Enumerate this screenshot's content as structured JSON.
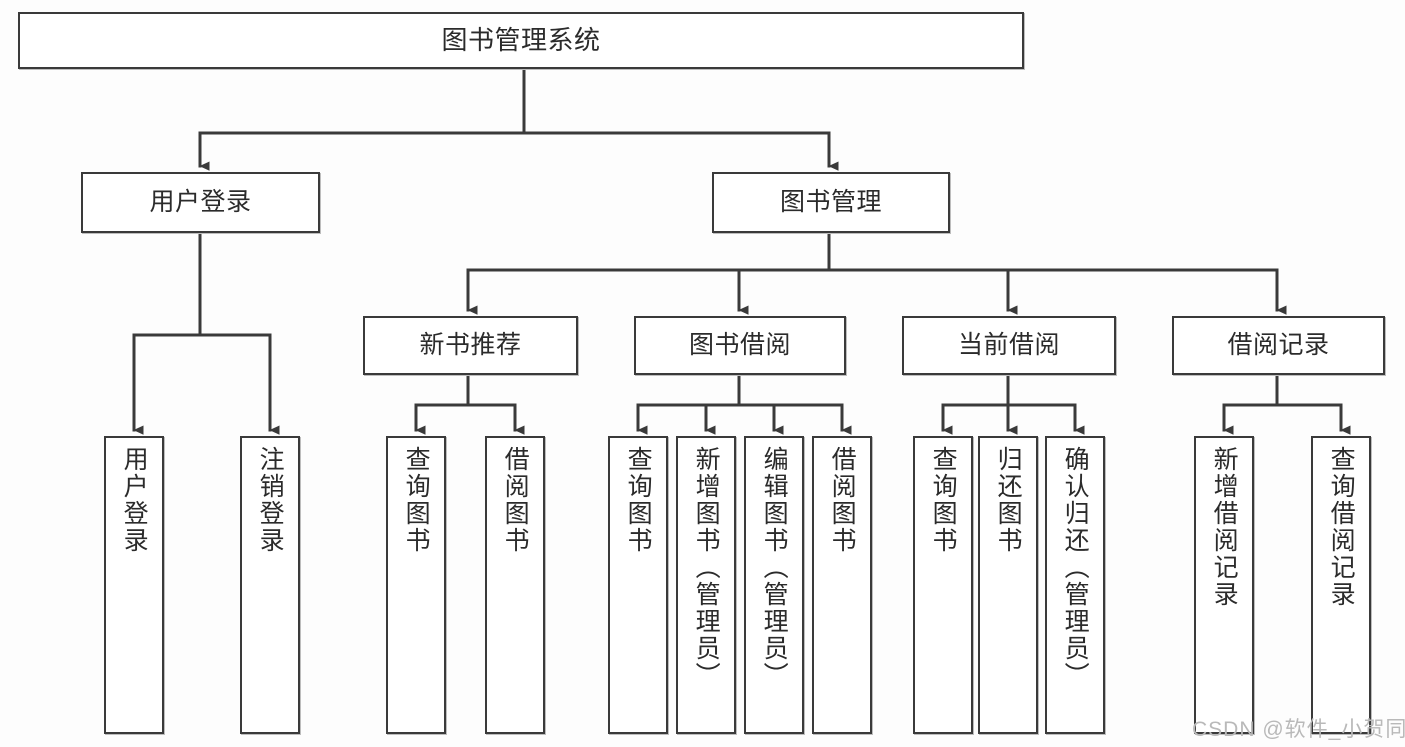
{
  "diagram": {
    "title": "图书管理系统",
    "watermark": "CSDN @软件_小贺同学",
    "colors": {
      "stroke": "#3a3a3a",
      "fill": "#ffffff",
      "text": "#2b2b2b",
      "background": "#fdfdfd",
      "watermark": "#b9b9b9"
    },
    "root": {
      "label": "图书管理系统"
    },
    "level2": [
      {
        "label": "用户登录"
      },
      {
        "label": "图书管理"
      }
    ],
    "level3": [
      {
        "label": "新书推荐"
      },
      {
        "label": "图书借阅"
      },
      {
        "label": "当前借阅"
      },
      {
        "label": "借阅记录"
      }
    ],
    "leaves": {
      "user_login": [
        {
          "label": "用户登录"
        },
        {
          "label": "注销登录"
        }
      ],
      "new_book": [
        {
          "label": "查询图书"
        },
        {
          "label": "借阅图书"
        }
      ],
      "book_borrow": [
        {
          "label": "查询图书"
        },
        {
          "label": "新增图书（管理员）"
        },
        {
          "label": "编辑图书（管理员）"
        },
        {
          "label": "借阅图书"
        }
      ],
      "current_borrow": [
        {
          "label": "查询图书"
        },
        {
          "label": "归还图书"
        },
        {
          "label": "确认归还（管理员）"
        }
      ],
      "borrow_record": [
        {
          "label": "新增借阅记录"
        },
        {
          "label": "查询借阅记录"
        }
      ]
    }
  }
}
